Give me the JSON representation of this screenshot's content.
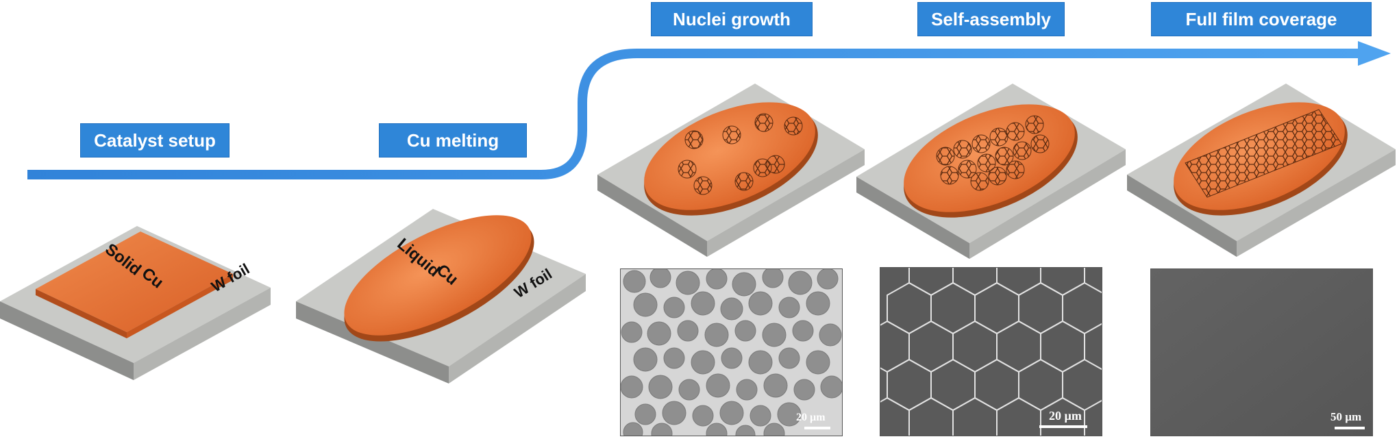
{
  "steps": [
    {
      "label": "Catalyst setup"
    },
    {
      "label": "Cu melting"
    },
    {
      "label": "Nuclei growth"
    },
    {
      "label": "Self-assembly"
    },
    {
      "label": "Full film coverage"
    }
  ],
  "substrate_labels": {
    "solid_cu_line1": "Solid",
    "solid_cu_line2": "Cu",
    "liquid_cu_line1": "Liquid",
    "liquid_cu_line2": "Cu",
    "w_foil": "W foil"
  },
  "sem_images": [
    {
      "scale": "20 µm"
    },
    {
      "scale": "20 µm"
    },
    {
      "scale": "50 µm"
    }
  ],
  "colors": {
    "arrow": "#3b8fe0",
    "label_bg": "#2f86d8",
    "copper": "#e8733a",
    "w_foil": "#a9aaa8"
  }
}
